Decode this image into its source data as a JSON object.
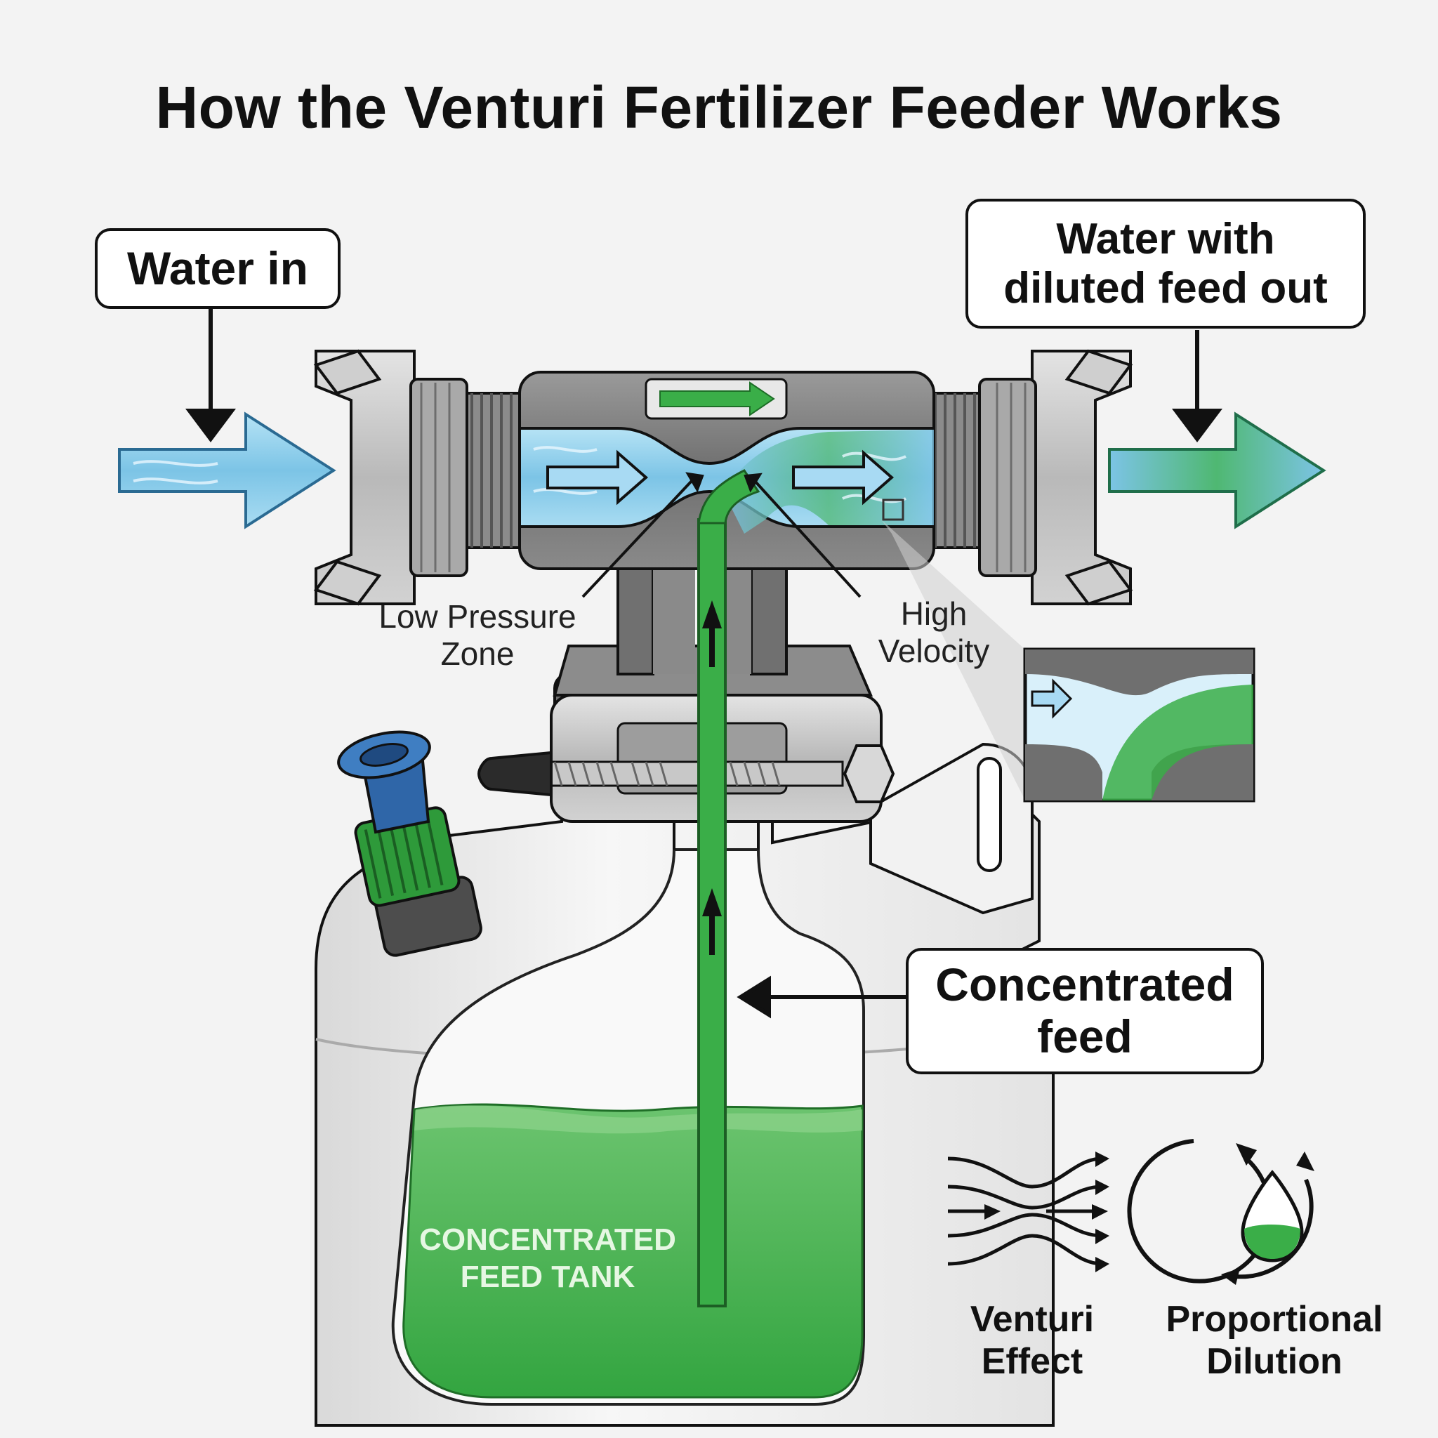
{
  "title": "How the Venturi Fertilizer Feeder Works",
  "callouts": {
    "water_in": "Water in",
    "water_out": [
      "Water with",
      "diluted feed out"
    ],
    "concentrated_feed": [
      "Concentrated",
      "feed"
    ]
  },
  "labels": {
    "low_pressure": [
      "Low Pressure",
      "Zone"
    ],
    "high_velocity": [
      "High",
      "Velocity"
    ],
    "tank": [
      "CONCENTRATED",
      "FEED TANK"
    ]
  },
  "legend": {
    "venturi": [
      "Venturi",
      "Effect"
    ],
    "dilution": [
      "Proportional",
      "Dilution"
    ]
  },
  "colors": {
    "water_blue": "#8fd0ee",
    "feed_green": "#3aae48",
    "pipe_gray": "#8e8e8e",
    "outline": "#111111"
  },
  "icons": [
    "venturi-effect-icon",
    "proportional-dilution-icon"
  ]
}
